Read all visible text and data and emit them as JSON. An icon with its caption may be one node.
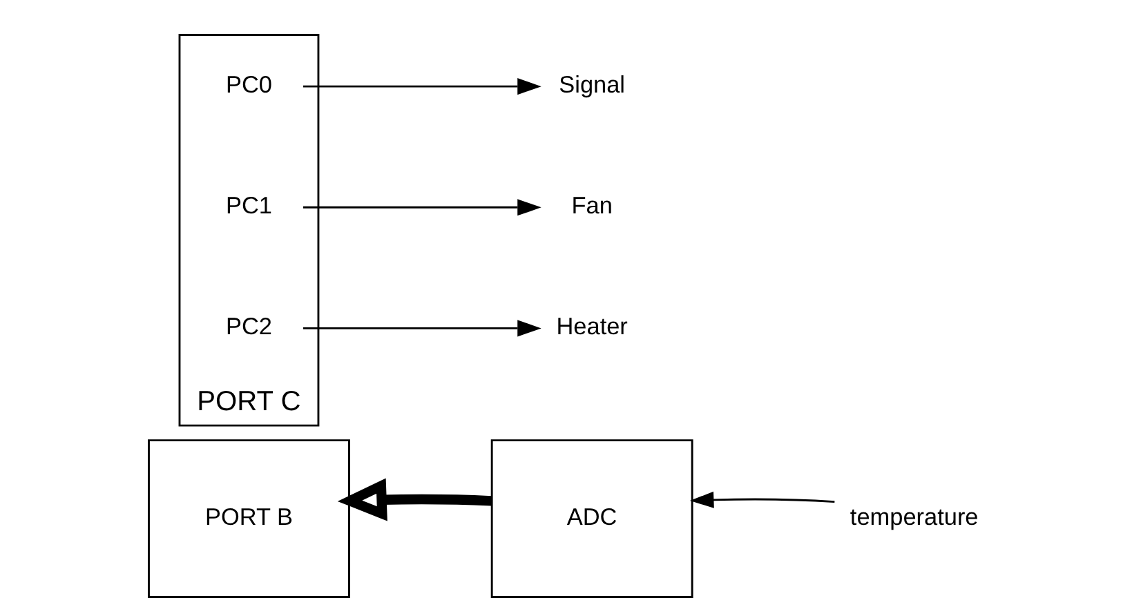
{
  "diagram": {
    "nodes": [
      {
        "text": [
          "PORT B"
        ]
      },
      {
        "text": [
          "ADC"
        ]
      },
      {
        "text": [
          "temperature"
        ]
      },
      {
        "text": [
          "PORT C"
        ]
      },
      {
        "text": [
          "PC0"
        ],
        "in": 3
      },
      {
        "text": [
          "PC1"
        ],
        "in": 3
      },
      {
        "text": [
          "PC2"
        ],
        "in": 3
      },
      {
        "text": [
          "Signal"
        ]
      },
      {
        "text": [
          "Fan"
        ]
      },
      {
        "text": [
          "Heater"
        ]
      }
    ],
    "edges": [
      {
        "from": 1,
        "to": 0,
        "arrow": "to",
        "style": "thick"
      },
      {
        "from": 2,
        "to": 1,
        "arrow": "to"
      },
      {
        "from": 4,
        "to": 7,
        "arrow": "to"
      },
      {
        "from": 5,
        "to": 8,
        "arrow": "to"
      },
      {
        "from": 6,
        "to": 9,
        "arrow": "to"
      }
    ]
  }
}
